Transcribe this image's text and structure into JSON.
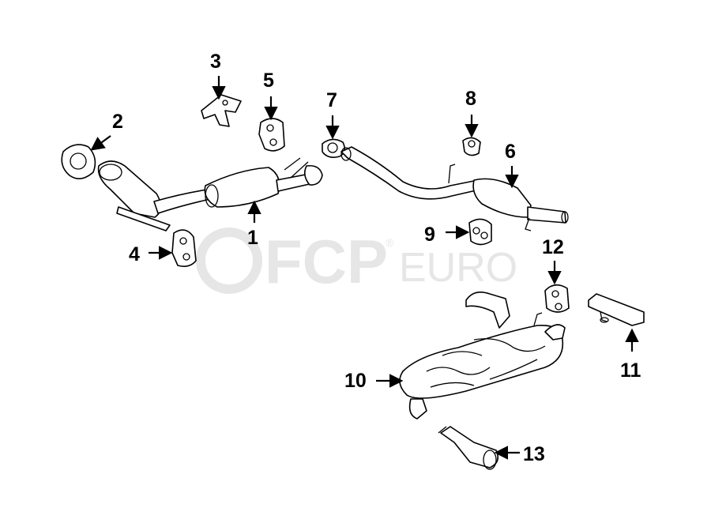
{
  "watermark": {
    "brand_main": "FCP",
    "brand_sub": "EURO",
    "registered": "®"
  },
  "callouts": [
    {
      "number": "1",
      "part": "catalytic-converter-front-pipe"
    },
    {
      "number": "2",
      "part": "gasket"
    },
    {
      "number": "3",
      "part": "bracket"
    },
    {
      "number": "4",
      "part": "hanger"
    },
    {
      "number": "5",
      "part": "hanger"
    },
    {
      "number": "6",
      "part": "intermediate-pipe-resonator"
    },
    {
      "number": "7",
      "part": "gasket"
    },
    {
      "number": "8",
      "part": "hanger"
    },
    {
      "number": "9",
      "part": "hanger"
    },
    {
      "number": "10",
      "part": "muffler"
    },
    {
      "number": "11",
      "part": "bracket"
    },
    {
      "number": "12",
      "part": "hanger"
    },
    {
      "number": "13",
      "part": "tail-pipe-tip"
    }
  ],
  "colors": {
    "line": "#000000",
    "watermark": "#e6e6e6",
    "background": "#ffffff"
  }
}
